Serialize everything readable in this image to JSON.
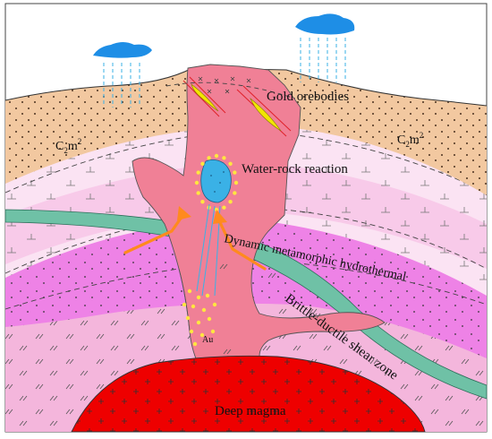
{
  "labels": {
    "gold_orebodies": "Gold orebodies",
    "water_rock_reaction": "Water-rock reaction",
    "dynamic_metamorphic": "Dynamic  metamorphic  hydrothermal",
    "shear_zone": "Brittle-ductile shear zone",
    "deep_magma": "Deep magma",
    "au": "Au",
    "strata_left": "C",
    "strata_left_sub": "2",
    "strata_left_m": "m",
    "strata_left_sup": "2",
    "strata_right": "C",
    "strata_right_sub": "2",
    "strata_right_m": "m",
    "strata_right_sup": "2"
  },
  "colors": {
    "sky": "#ffffff",
    "sandstone": "#f2c8a0",
    "pale_pink": "#fbe3f3",
    "pink": "#f4b6dc",
    "magenta": "#ee82e6",
    "intrusion": "#f08096",
    "deep_pink": "#f06e86",
    "magma": "#ee0000",
    "shear_zone": "#6fc1a6",
    "water": "#3ab1e6",
    "rain_cloud": "#1e8ee6",
    "ore": "#f2e600",
    "gold_dots": "#ffe640",
    "arrow": "#ff8a1e"
  },
  "icons": [
    "rain-cloud-icon",
    "rain-cloud-icon"
  ]
}
